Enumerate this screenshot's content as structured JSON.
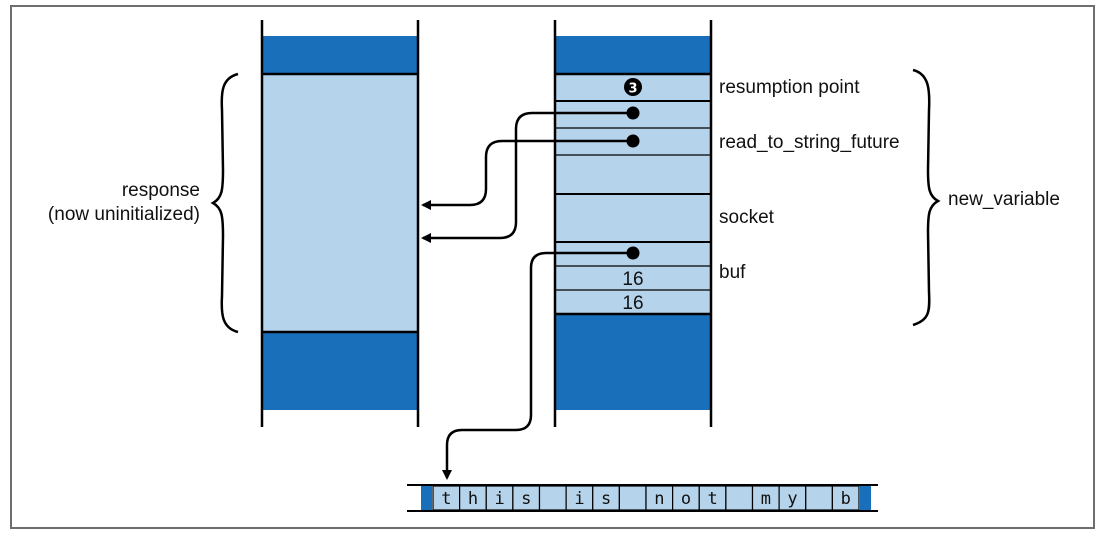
{
  "colors": {
    "dark_blue": "#1a6fbb",
    "light_blue": "#b5d3ea",
    "line": "#000000",
    "frame": "#6e6e6e"
  },
  "left_column": {
    "brace_label_line1": "response",
    "brace_label_line2": "(now uninitialized)"
  },
  "right_column": {
    "marker": "❸",
    "fields": {
      "resumption_point": "resumption point",
      "read_to_string_future": "read_to_string_future",
      "socket": "socket",
      "buf": "buf"
    },
    "buf_len": "16",
    "buf_capacity": "16",
    "brace_label": "new_variable"
  },
  "byte_buffer": {
    "cells": [
      "t",
      "h",
      "i",
      "s",
      " ",
      "i",
      "s",
      " ",
      "n",
      "o",
      "t",
      " ",
      "m",
      "y",
      " ",
      "b"
    ]
  }
}
